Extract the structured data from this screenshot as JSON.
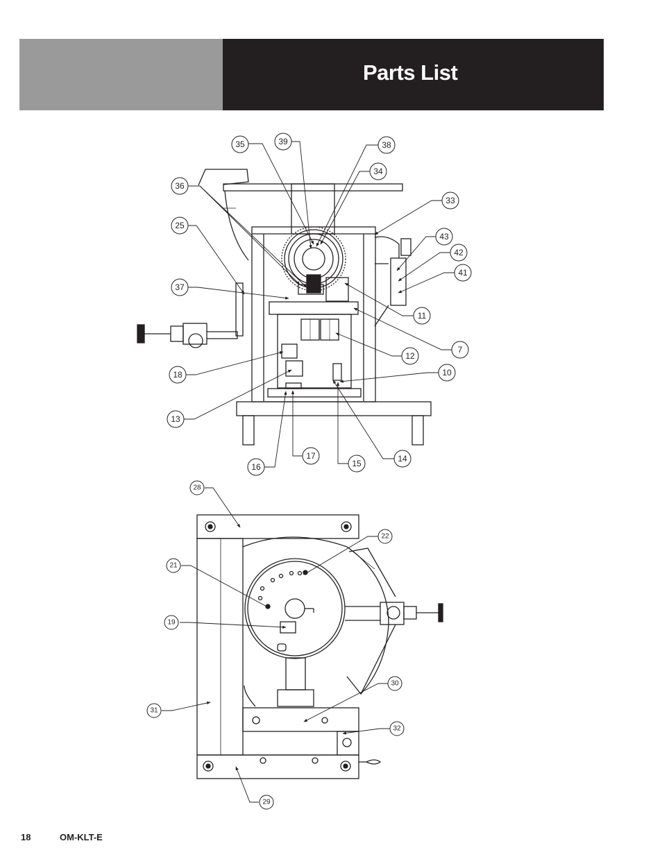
{
  "header": {
    "title": "Parts List",
    "left_block_color": "#9a9a9a",
    "right_block_color": "#231f20"
  },
  "front_view": {
    "callouts": [
      "35",
      "39",
      "38",
      "34",
      "36",
      "33",
      "25",
      "43",
      "42",
      "41",
      "37",
      "11",
      "7",
      "12",
      "18",
      "10",
      "13",
      "16",
      "17",
      "15",
      "14"
    ]
  },
  "top_view": {
    "callouts": [
      "28",
      "22",
      "21",
      "19",
      "30",
      "31",
      "32",
      "29"
    ]
  },
  "footer": {
    "page_number": "18",
    "doc_code": "OM-KLT-E"
  }
}
